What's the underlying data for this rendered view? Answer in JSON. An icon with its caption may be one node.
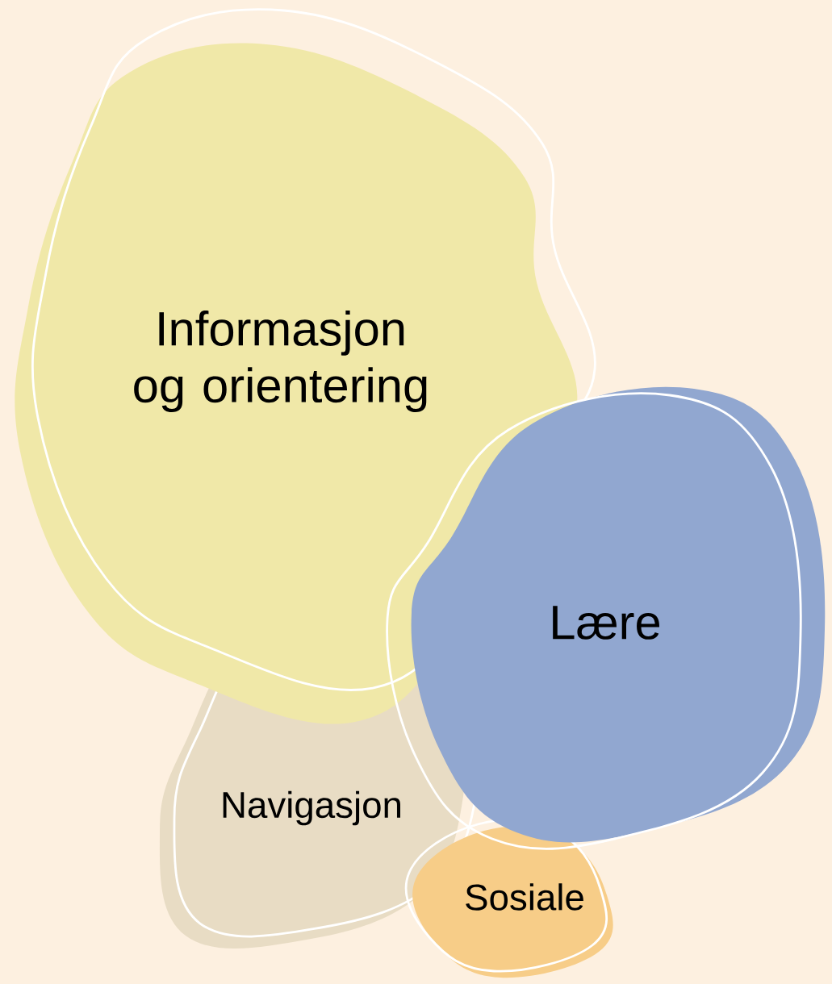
{
  "diagram": {
    "nodes": [
      {
        "text": [
          "Informasjon og orientering"
        ]
      },
      {
        "text": [
          "Lære"
        ]
      },
      {
        "text": [
          "Navigasjon"
        ]
      },
      {
        "text": [
          "Sosiale"
        ]
      }
    ]
  }
}
